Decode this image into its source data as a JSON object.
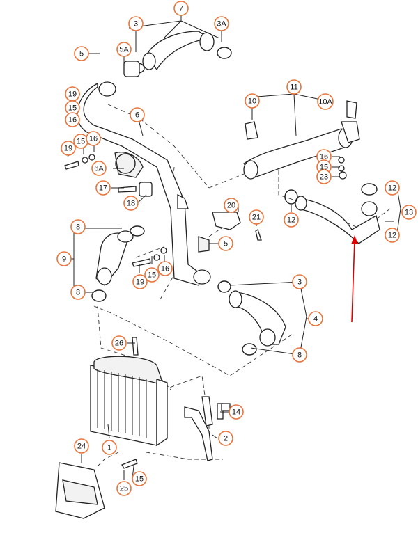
{
  "diagram": {
    "callouts": [
      "7",
      "3",
      "3A",
      "5",
      "5A",
      "19",
      "15",
      "16",
      "6",
      "19",
      "15",
      "16",
      "6A",
      "17",
      "18",
      "11",
      "10",
      "10A",
      "16",
      "15",
      "23",
      "20",
      "21",
      "5",
      "12",
      "12",
      "13",
      "12",
      "8",
      "9",
      "8",
      "19",
      "15",
      "16",
      "3",
      "4",
      "8",
      "26",
      "14",
      "2",
      "1",
      "24",
      "25",
      "15"
    ]
  },
  "colors": {
    "callout_border": "#e8743b",
    "indicator_arrow": "#e00000",
    "line": "#222222"
  }
}
